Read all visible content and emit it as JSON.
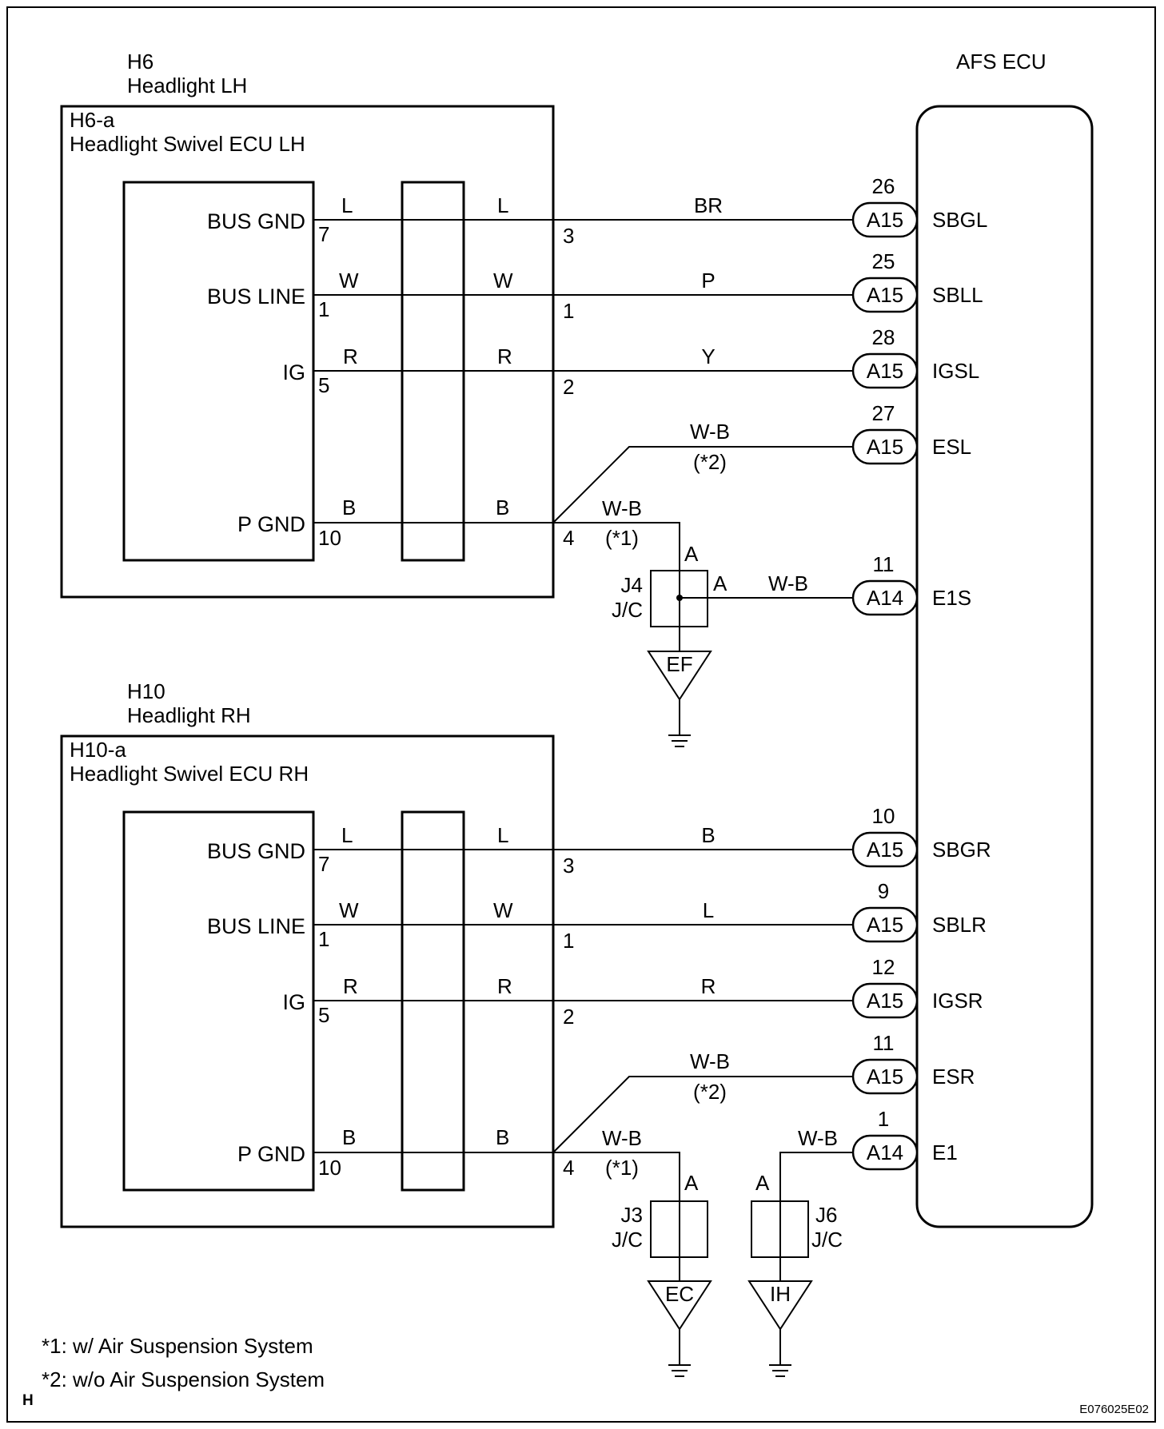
{
  "ecu": {
    "label": "AFS ECU"
  },
  "units": [
    {
      "code": "H6",
      "name": "Headlight LH",
      "sub_code": "H6-a",
      "sub_name": "Headlight Swivel ECU LH",
      "pins": [
        {
          "name": "BUS GND",
          "inner_pin": "7",
          "inner_color": "L",
          "mid_color": "L",
          "outer_pin": "3",
          "wire": "BR",
          "conn": "A15",
          "ecu_pin": "26",
          "signal": "SBGL"
        },
        {
          "name": "BUS LINE",
          "inner_pin": "1",
          "inner_color": "W",
          "mid_color": "W",
          "outer_pin": "1",
          "wire": "P",
          "conn": "A15",
          "ecu_pin": "25",
          "signal": "SBLL"
        },
        {
          "name": "IG",
          "inner_pin": "5",
          "inner_color": "R",
          "mid_color": "R",
          "outer_pin": "2",
          "wire": "Y",
          "conn": "A15",
          "ecu_pin": "28",
          "signal": "IGSL"
        }
      ],
      "es": {
        "wire": "W-B",
        "note": "(*2)",
        "conn": "A15",
        "ecu_pin": "27",
        "signal": "ESL"
      },
      "pgnd": {
        "name": "P GND",
        "inner_pin": "10",
        "inner_color": "B",
        "mid_color": "B",
        "outer_pin": "4",
        "wire": "W-B",
        "note": "(*1)"
      },
      "jc": {
        "name": "J4",
        "type": "J/C",
        "pin_top": "A",
        "pin_right": "A",
        "ground": "EF"
      },
      "e1s": {
        "wire": "W-B",
        "conn": "A14",
        "ecu_pin": "11",
        "signal": "E1S"
      }
    },
    {
      "code": "H10",
      "name": "Headlight RH",
      "sub_code": "H10-a",
      "sub_name": "Headlight Swivel ECU RH",
      "pins": [
        {
          "name": "BUS GND",
          "inner_pin": "7",
          "inner_color": "L",
          "mid_color": "L",
          "outer_pin": "3",
          "wire": "B",
          "conn": "A15",
          "ecu_pin": "10",
          "signal": "SBGR"
        },
        {
          "name": "BUS LINE",
          "inner_pin": "1",
          "inner_color": "W",
          "mid_color": "W",
          "outer_pin": "1",
          "wire": "L",
          "conn": "A15",
          "ecu_pin": "9",
          "signal": "SBLR"
        },
        {
          "name": "IG",
          "inner_pin": "5",
          "inner_color": "R",
          "mid_color": "R",
          "outer_pin": "2",
          "wire": "R",
          "conn": "A15",
          "ecu_pin": "12",
          "signal": "IGSR"
        }
      ],
      "es": {
        "wire": "W-B",
        "note": "(*2)",
        "conn": "A15",
        "ecu_pin": "11",
        "signal": "ESR"
      },
      "pgnd": {
        "name": "P GND",
        "inner_pin": "10",
        "inner_color": "B",
        "mid_color": "B",
        "outer_pin": "4",
        "wire": "W-B",
        "note": "(*1)"
      },
      "jc": {
        "name": "J3",
        "type": "J/C",
        "pin_top": "A",
        "ground": "EC"
      }
    }
  ],
  "e1": {
    "wire": "W-B",
    "conn": "A14",
    "ecu_pin": "1",
    "signal": "E1",
    "jc_name": "J6",
    "jc_type": "J/C",
    "jc_pin": "A",
    "ground": "IH"
  },
  "notes": [
    "*1: w/ Air Suspension System",
    "*2: w/o Air Suspension System"
  ],
  "corner_mark": "H",
  "figure_code": "E076025E02"
}
